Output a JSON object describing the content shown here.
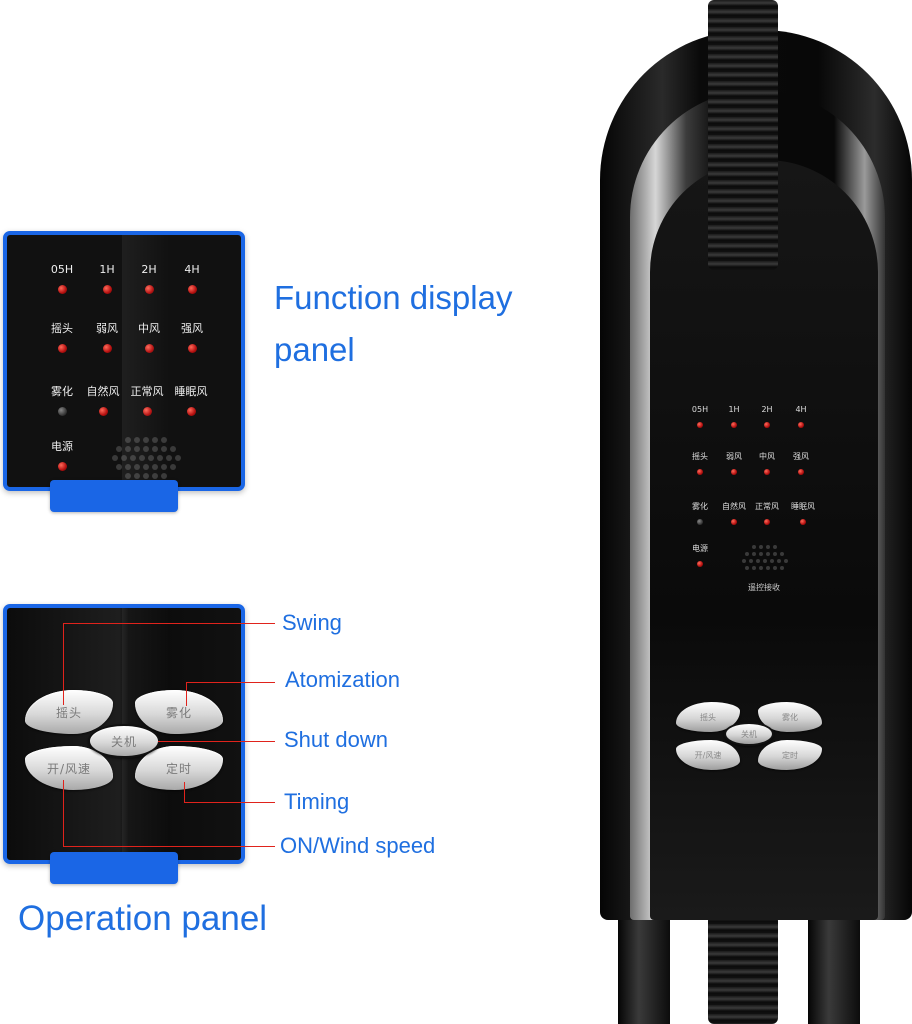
{
  "display_panel": {
    "indicators": [
      {
        "label": "05H",
        "lit": true
      },
      {
        "label": "1H",
        "lit": true
      },
      {
        "label": "2H",
        "lit": true
      },
      {
        "label": "4H",
        "lit": true
      },
      {
        "label": "摇头",
        "lit": true
      },
      {
        "label": "弱风",
        "lit": true
      },
      {
        "label": "中风",
        "lit": true
      },
      {
        "label": "强风",
        "lit": true
      },
      {
        "label": "雾化",
        "lit": false
      },
      {
        "label": "自然风",
        "lit": true
      },
      {
        "label": "正常风",
        "lit": true
      },
      {
        "label": "睡眠风",
        "lit": true
      },
      {
        "label": "电源",
        "lit": true
      }
    ],
    "caption_line1": "Function display",
    "caption_line2": "panel"
  },
  "operation_panel": {
    "keys": {
      "swing": "摇头",
      "atomization": "雾化",
      "shutdown": "关机",
      "wind": "开/风速",
      "timer": "定时"
    },
    "callouts": {
      "swing": "Swing",
      "atomization": "Atomization",
      "shutdown": "Shut down",
      "timing": "Timing",
      "wind_speed": "ON/Wind speed"
    },
    "caption": "Operation panel"
  },
  "device": {
    "remote_label": "遥控接收"
  },
  "colors": {
    "accent_blue": "#1a66e6",
    "caption_blue": "#1f6fe0",
    "leader_red": "#e0231c",
    "indicator_red": "#b40f0f"
  }
}
